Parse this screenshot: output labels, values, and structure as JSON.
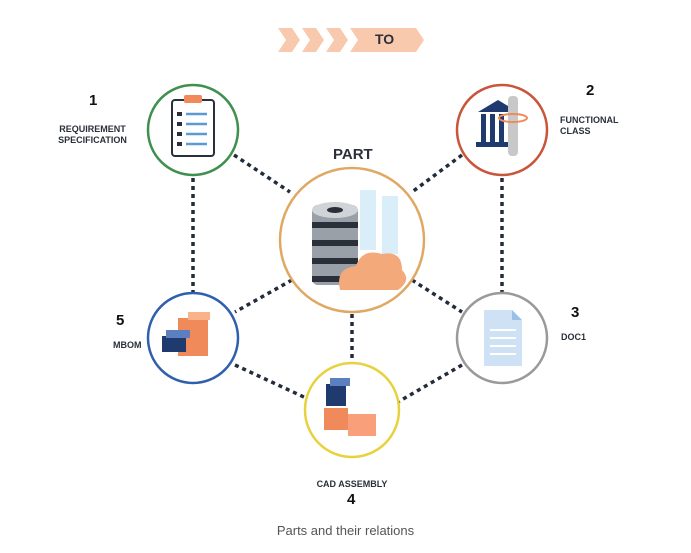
{
  "banner": {
    "label": "TO",
    "color": "#f9c9ad"
  },
  "center": {
    "title": "PART",
    "color": "#e0a862"
  },
  "nodes": [
    {
      "number": "1",
      "label_line1": "REQUIREMENT",
      "label_line2": "SPECIFICATION",
      "color": "#3f8f4f"
    },
    {
      "number": "2",
      "label_line1": "FUNCTIONAL",
      "label_line2": "CLASS",
      "color": "#c9553a"
    },
    {
      "number": "3",
      "label_line1": "DOC1",
      "color": "#9a9a9a"
    },
    {
      "number": "4",
      "label_line1": "CAD ASSEMBLY",
      "color": "#e8d23c"
    },
    {
      "number": "5",
      "label_line1": "MBOM",
      "color": "#2f5fae"
    }
  ],
  "caption": "Parts and their relations"
}
